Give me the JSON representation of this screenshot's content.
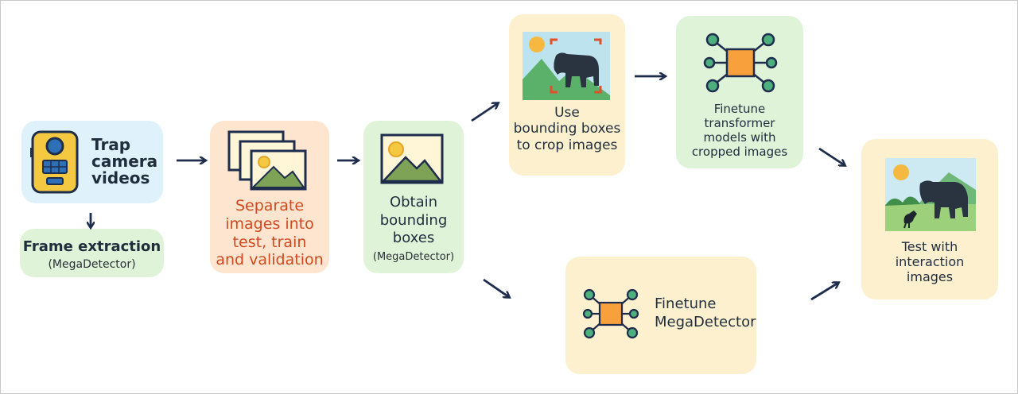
{
  "nodes": {
    "trap_camera": {
      "line1": "Trap",
      "line2": "camera",
      "line3": "videos"
    },
    "frame_extraction": {
      "title": "Frame extraction",
      "subtitle": "(MegaDetector)"
    },
    "separate": {
      "line1": "Separate",
      "line2": "images into",
      "line3": "test, train",
      "line4": "and validation"
    },
    "obtain_bbox": {
      "line1": "Obtain",
      "line2": "bounding",
      "line3": "boxes",
      "subtitle": "(MegaDetector)"
    },
    "crop": {
      "line1": "Use",
      "line2": "bounding boxes",
      "line3": "to crop images"
    },
    "finetune_transformer": {
      "line1": "Finetune",
      "line2": "transformer",
      "line3": "models with",
      "line4": "cropped images"
    },
    "finetune_megadetector": {
      "line1": "Finetune",
      "line2": "MegaDetector"
    },
    "test": {
      "line1": "Test with",
      "line2": "interaction",
      "line3": "images"
    }
  },
  "colors": {
    "blue_box": "#dff1fb",
    "green_box": "#dff3d9",
    "peach_box": "#fde5cf",
    "yellow_box": "#fdf0cf",
    "arrow": "#1f2d4d",
    "separate_text": "#d2491f",
    "network_node": "#4caf7d",
    "network_hub": "#f7a03c"
  }
}
